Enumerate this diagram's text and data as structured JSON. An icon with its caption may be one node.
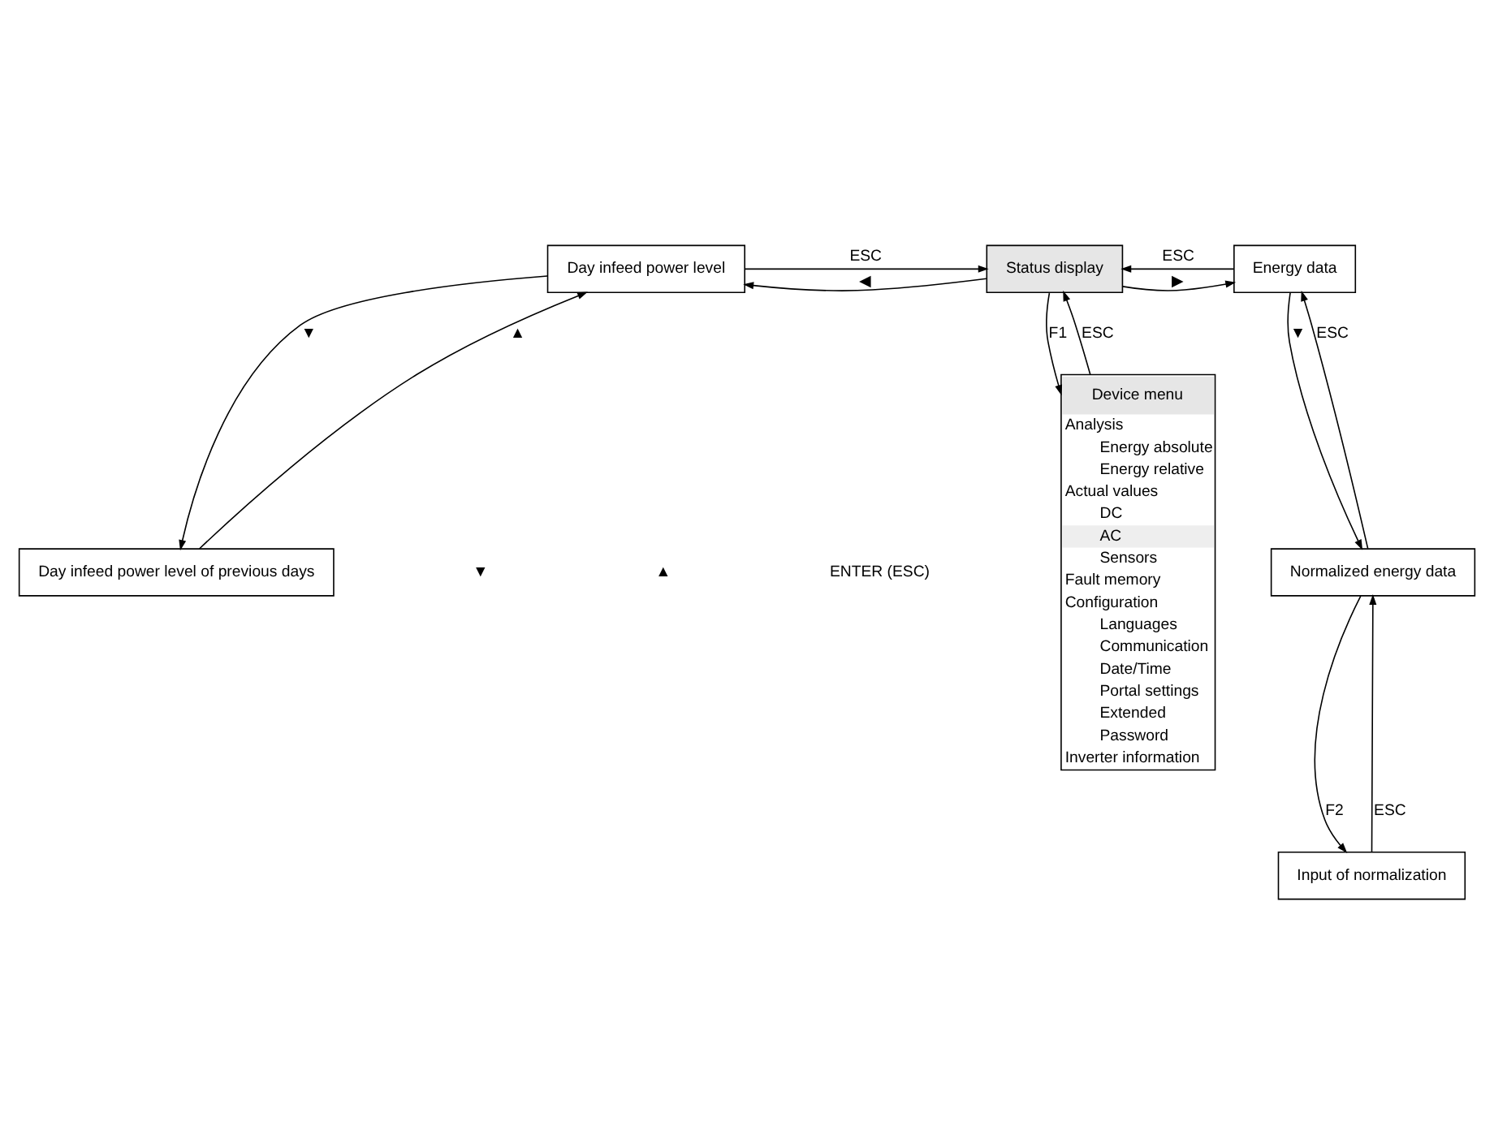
{
  "diagram": {
    "nodes": [
      {
        "text": [
          "Day infeed power level"
        ]
      },
      {
        "text": [
          "Status display"
        ]
      },
      {
        "text": [
          "Energy data"
        ]
      },
      {
        "text": [
          "Day infeed power level of previous days"
        ]
      },
      {
        "text": [
          "Device menu",
          "Analysis",
          "Energy absolute",
          "Energy relative",
          "Actual values",
          "DC",
          "AC",
          "Sensors",
          "Fault memory",
          "Configuration",
          "Languages",
          "Communication",
          "Date/Time",
          "Portal settings",
          "Extended",
          "Password",
          "Inverter information"
        ]
      },
      {
        "text": [
          "Normalized energy data"
        ]
      },
      {
        "text": [
          "Input of normalization"
        ]
      }
    ],
    "edges": [
      {
        "from": 1,
        "to": 0,
        "arrow": "to",
        "label": "◀"
      },
      {
        "from": 0,
        "to": 1,
        "arrow": "to",
        "label": "ESC"
      },
      {
        "from": 1,
        "to": 2,
        "arrow": "to",
        "label": "▶"
      },
      {
        "from": 2,
        "to": 1,
        "arrow": "to",
        "label": "ESC"
      },
      {
        "from": 0,
        "to": 3,
        "arrow": "to",
        "label": "▼"
      },
      {
        "from": 3,
        "to": 0,
        "arrow": "to",
        "label": "▲"
      },
      {
        "from": 1,
        "to": 4,
        "arrow": "to",
        "label": "F1"
      },
      {
        "from": 4,
        "to": 1,
        "arrow": "to",
        "label": "ESC"
      },
      {
        "from": 2,
        "to": 5,
        "arrow": "to",
        "label": "▼"
      },
      {
        "from": 5,
        "to": 2,
        "arrow": "to",
        "label": "ESC"
      },
      {
        "from": 5,
        "to": 6,
        "arrow": "to",
        "label": "F2"
      },
      {
        "from": 6,
        "to": 5,
        "arrow": "to",
        "label": "ESC"
      }
    ],
    "labels": [
      "▼",
      "▲",
      "ENTER (ESC)"
    ]
  }
}
